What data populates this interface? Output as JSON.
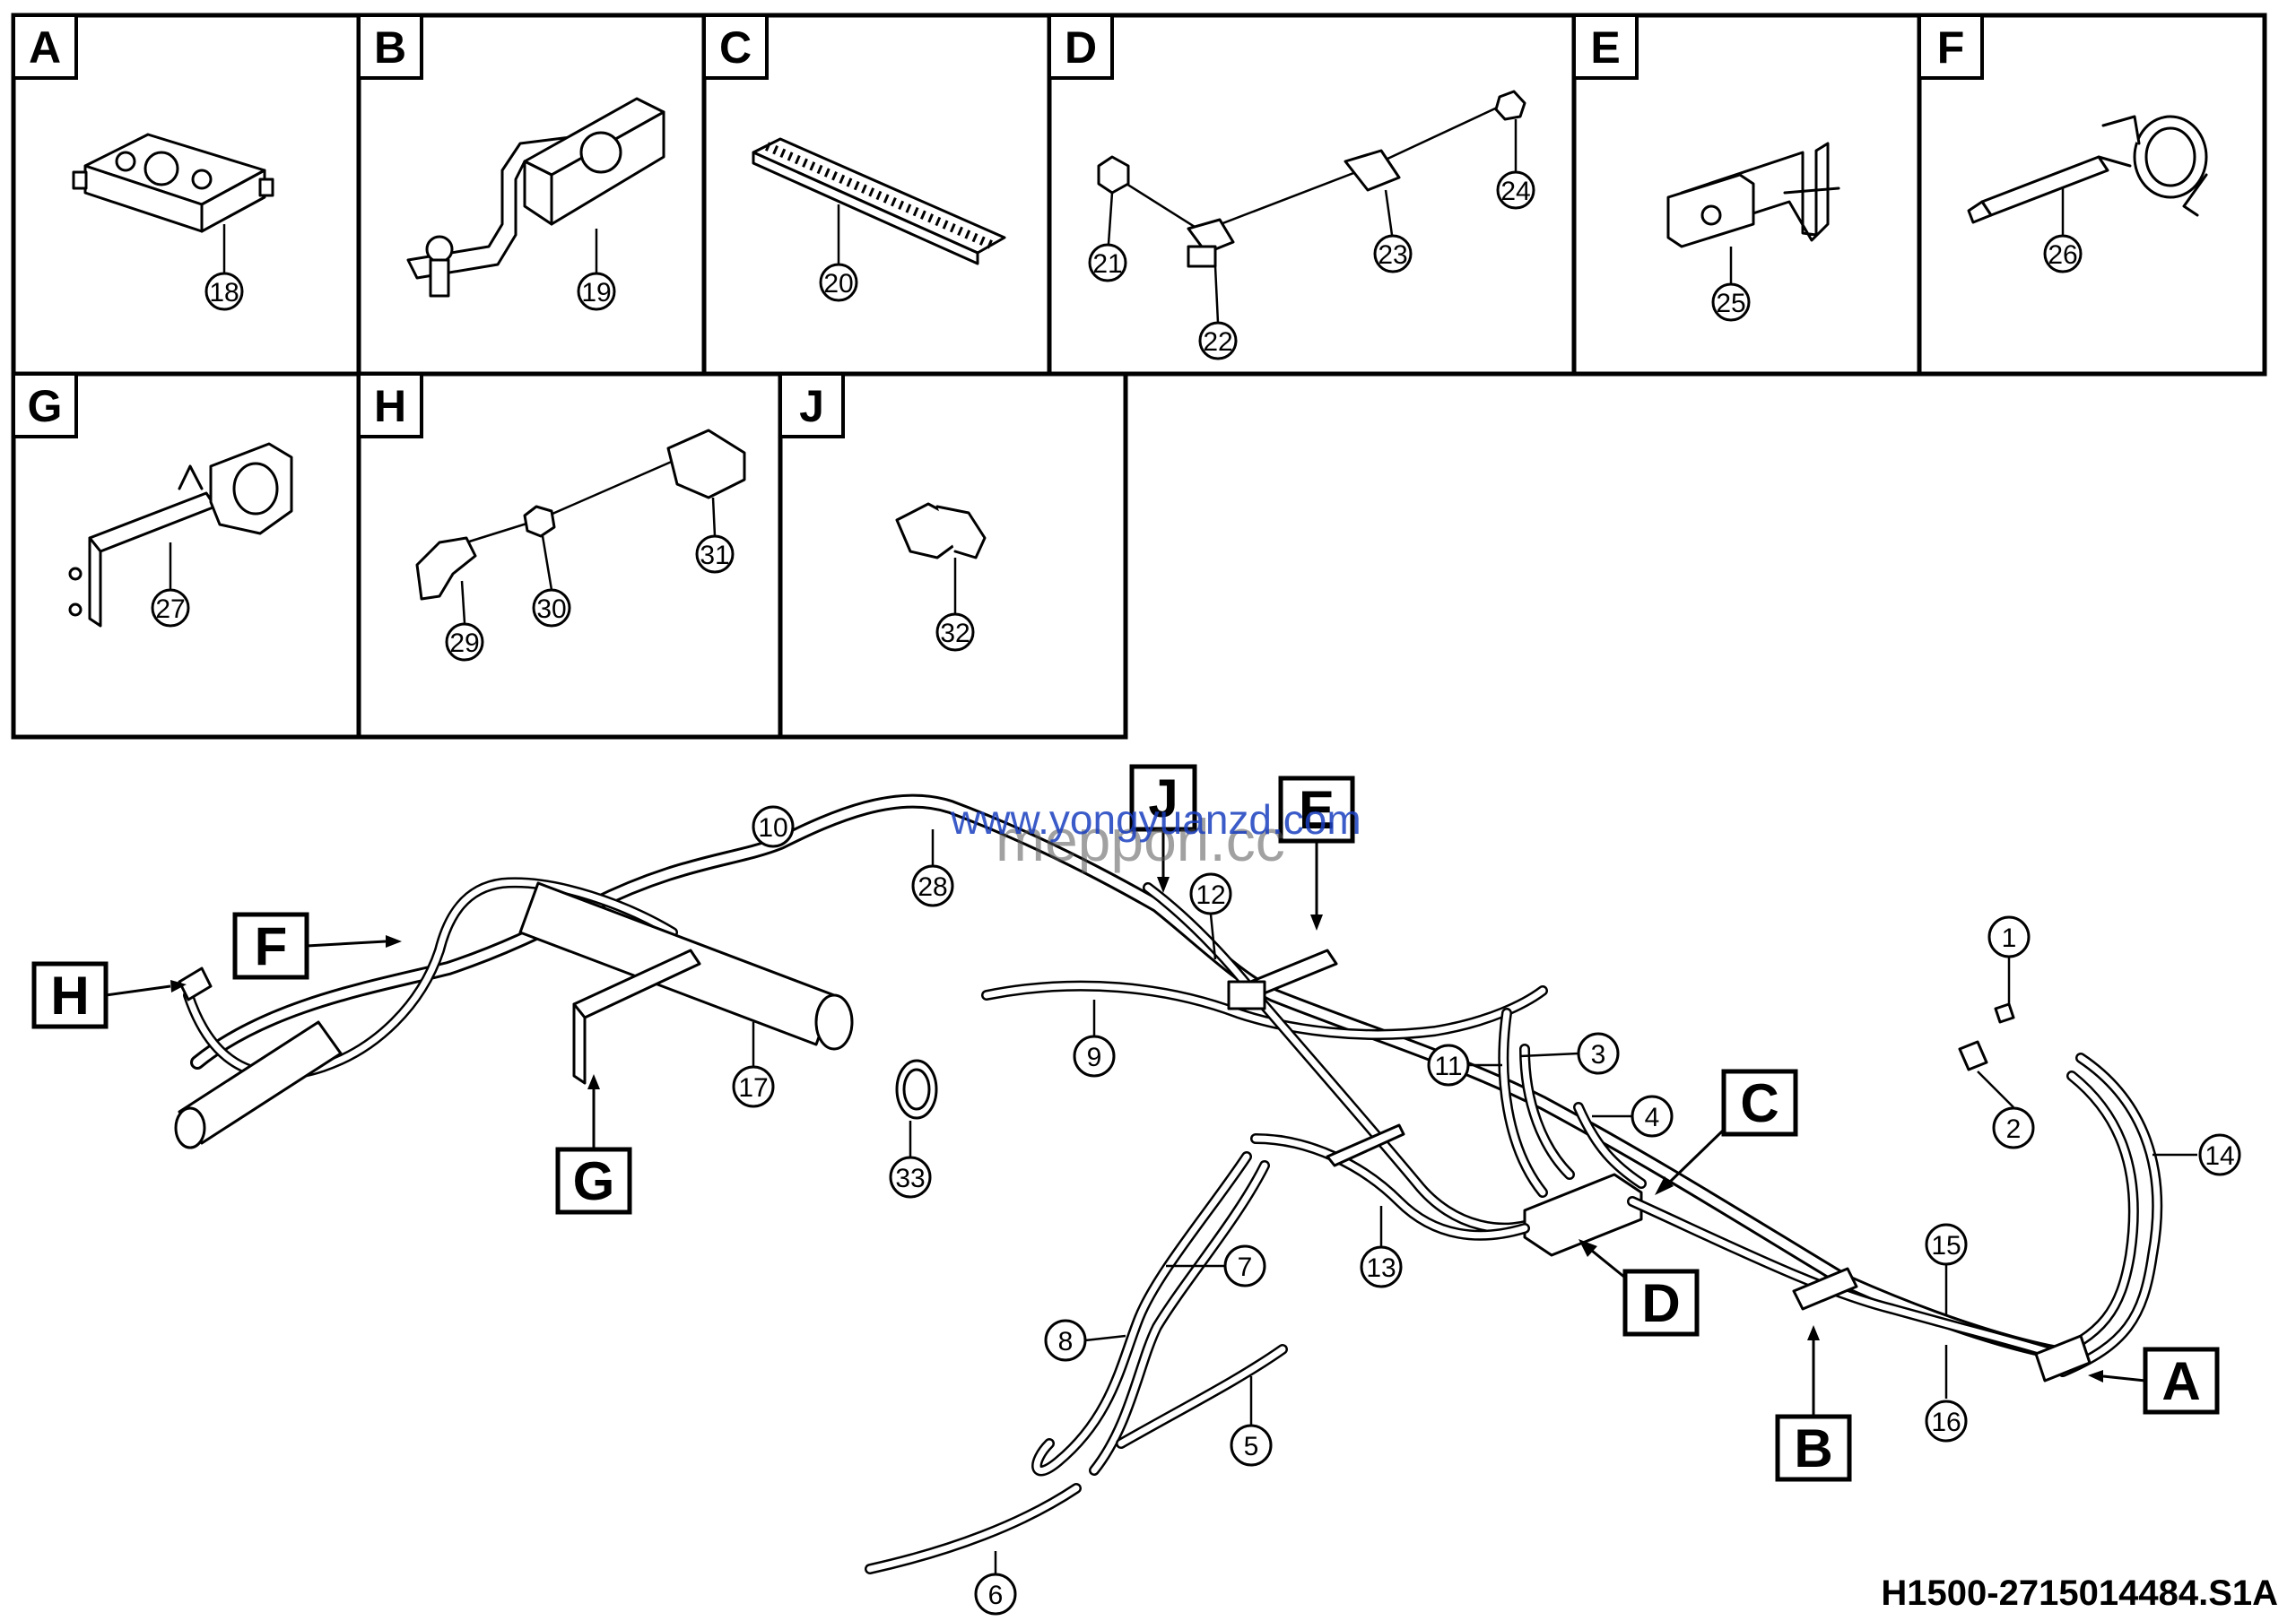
{
  "panels": [
    {
      "letter": "A",
      "part": "18"
    },
    {
      "letter": "B",
      "part": "19"
    },
    {
      "letter": "C",
      "part": "20"
    },
    {
      "letter": "D",
      "parts": [
        "21",
        "22",
        "23",
        "24"
      ]
    },
    {
      "letter": "E",
      "part": "25"
    },
    {
      "letter": "F",
      "part": "26"
    },
    {
      "letter": "G",
      "part": "27"
    },
    {
      "letter": "H",
      "parts": [
        "29",
        "30",
        "31"
      ]
    },
    {
      "letter": "J",
      "part": "32"
    }
  ],
  "main_tags": [
    "F",
    "H",
    "G",
    "J",
    "E",
    "C",
    "D",
    "B",
    "A"
  ],
  "main_callouts": [
    "1",
    "2",
    "3",
    "4",
    "5",
    "6",
    "7",
    "8",
    "9",
    "10",
    "11",
    "12",
    "13",
    "14",
    "15",
    "16",
    "17",
    "28",
    "33"
  ],
  "watermark": {
    "line1": "www.yongyuanzd.com",
    "line2": "mepporl.cc"
  },
  "drawing_code": "H1500-2715014484.S1A"
}
